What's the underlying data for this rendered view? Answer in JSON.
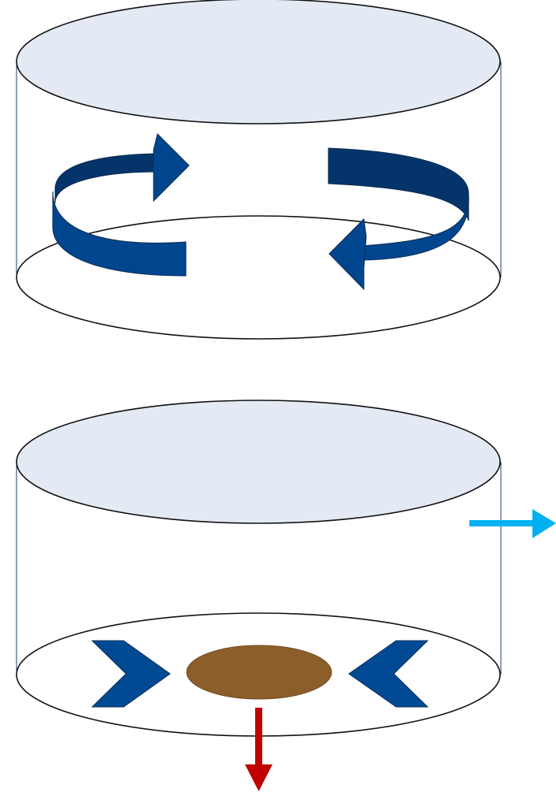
{
  "diagram": {
    "panels": [
      {
        "id": "top",
        "content": "rotating-flow",
        "arrows": [
          "curved-arrow-left-clockwise",
          "curved-arrow-right-clockwise"
        ]
      },
      {
        "id": "bottom",
        "content": "sediment-collection",
        "elements": [
          "inward-chevron-left",
          "sediment-pile",
          "inward-chevron-right",
          "outflow-arrow",
          "drain-arrow"
        ]
      }
    ]
  },
  "colors": {
    "cylinder_outline": "#1f3e70",
    "cylinder_top_fill": "#e4eaf4",
    "cylinder_bottom_fill": "#ffffff",
    "arrow_light": "#004a94",
    "arrow_dark": "#05346b",
    "chevron": "#004a94",
    "sediment": "#8c5e2a",
    "outflow_arrow": "#00b0f0",
    "drain_arrow": "#c00000"
  }
}
